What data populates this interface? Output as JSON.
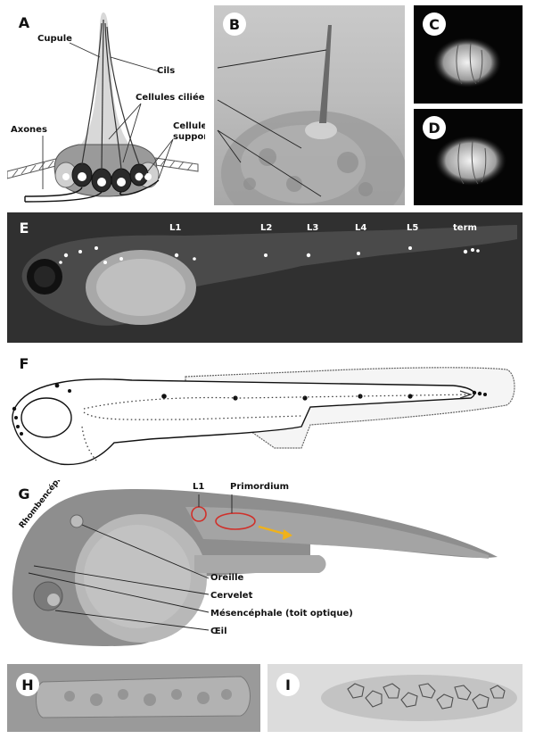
{
  "panels": {
    "a": {
      "letter": "A",
      "labels": {
        "cupule": "Cupule",
        "cils": "Cils",
        "cellules_ciliees": "Cellules ciliées",
        "axones": "Axones",
        "cellules_support_1": "Cellules",
        "cellules_support_2": "support"
      }
    },
    "b": {
      "letter": "B"
    },
    "c": {
      "letter": "C"
    },
    "d": {
      "letter": "D"
    },
    "e": {
      "letter": "E",
      "neuromast_labels": [
        "L1",
        "L2",
        "L3",
        "L4",
        "L5",
        "term"
      ]
    },
    "f": {
      "letter": "F"
    },
    "g": {
      "letter": "G",
      "labels": {
        "rhombencephale": "Rhombencéphale",
        "l1": "L1",
        "primordium": "Primordium",
        "oreille": "Oreille",
        "cervelet": "Cervelet",
        "mesencephale": "Mésencéphale (toit optique)",
        "oeil": "Œil"
      },
      "colors": {
        "circle": "#d0302a",
        "arrow": "#f0b21a"
      }
    },
    "h": {
      "letter": "H"
    },
    "i": {
      "letter": "I"
    }
  }
}
